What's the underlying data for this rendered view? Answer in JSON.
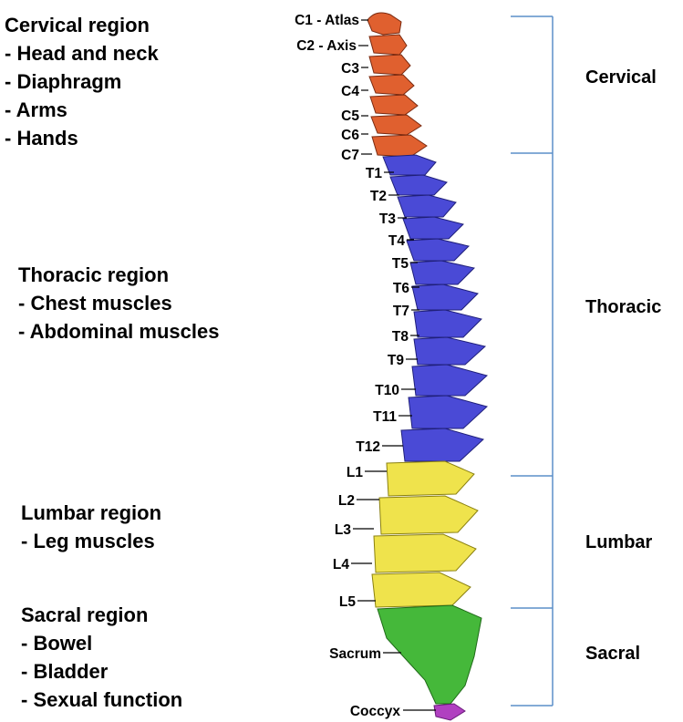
{
  "function_blocks": [
    {
      "title": "Cervical region",
      "items": [
        "- Head and neck",
        "- Diaphragm",
        "- Arms",
        "- Hands"
      ]
    },
    {
      "title": "Thoracic region",
      "items": [
        "- Chest muscles",
        "- Abdominal muscles"
      ]
    },
    {
      "title": "Lumbar region",
      "items": [
        "- Leg muscles"
      ]
    },
    {
      "title": "Sacral region",
      "items": [
        "- Bowel",
        "- Bladder",
        "- Sexual function"
      ]
    }
  ],
  "regions": {
    "cervical": {
      "name": "Cervical",
      "color": "#e0602f"
    },
    "thoracic": {
      "name": "Thoracic",
      "color": "#4a4ad6"
    },
    "lumbar": {
      "name": "Lumbar",
      "color": "#efe34c"
    },
    "sacral": {
      "name": "Sacral",
      "color": "#45b83a"
    },
    "coccyx": {
      "color": "#b040c0"
    }
  },
  "vertebra_labels": {
    "c1": "C1 - Atlas",
    "c2": "C2 - Axis",
    "c3": "C3",
    "c4": "C4",
    "c5": "C5",
    "c6": "C6",
    "c7": "C7",
    "t1": "T1",
    "t2": "T2",
    "t3": "T3",
    "t4": "T4",
    "t5": "T5",
    "t6": "T6",
    "t7": "T7",
    "t8": "T8",
    "t9": "T9",
    "t10": "T10",
    "t11": "T11",
    "t12": "T12",
    "l1": "L1",
    "l2": "L2",
    "l3": "L3",
    "l4": "L4",
    "l5": "L5",
    "sacrum": "Sacrum",
    "coccyx": "Coccyx"
  }
}
